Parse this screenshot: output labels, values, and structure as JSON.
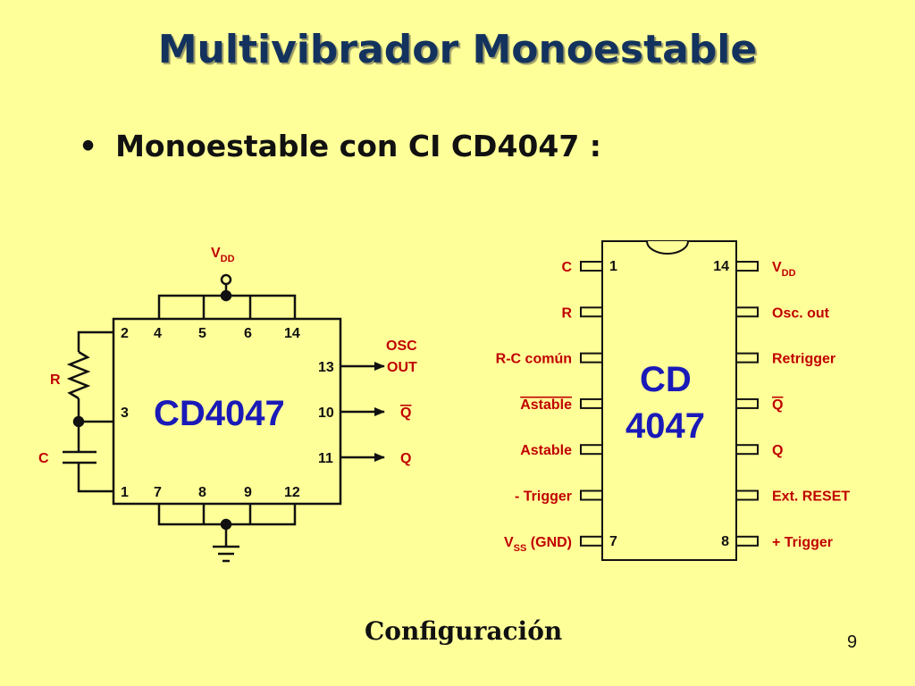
{
  "slide": {
    "title": "Multivibrador Monoestable",
    "bullet": "Monoestable con CI CD4047 :",
    "caption": "Configuración",
    "page_number": "9"
  },
  "config_diagram": {
    "chip_name": "CD4047",
    "vdd_label": "V",
    "vdd_sub": "DD",
    "r_label": "R",
    "c_label": "C",
    "top_pins": [
      "2",
      "4",
      "5",
      "6",
      "14"
    ],
    "left_pin": "3",
    "bottom_pins": [
      "1",
      "7",
      "8",
      "9",
      "12"
    ],
    "right_pins": [
      "13",
      "10",
      "11"
    ],
    "osc_line1": "OSC",
    "osc_line2": "OUT",
    "q_bar_label": "Q",
    "q_label": "Q"
  },
  "pinout_diagram": {
    "chip_line1": "CD",
    "chip_line2": "4047",
    "left_pins": [
      {
        "label": "C",
        "num": "1"
      },
      {
        "label": "R"
      },
      {
        "label": "R-C común"
      },
      {
        "label": "Astable",
        "overline": true
      },
      {
        "label": "Astable"
      },
      {
        "label": "- Trigger"
      },
      {
        "label": "V",
        "sub": "SS",
        "suffix": " (GND)",
        "num": "7"
      }
    ],
    "right_pins": [
      {
        "label": "V",
        "sub": "DD",
        "num": "14"
      },
      {
        "label": "Osc. out"
      },
      {
        "label": "Retrigger"
      },
      {
        "label": "Q",
        "overline": true
      },
      {
        "label": "Q"
      },
      {
        "label": "Ext. RESET"
      },
      {
        "label": "+ Trigger",
        "num": "8"
      }
    ]
  },
  "colors": {
    "background": "#ffff99",
    "title": "#13335e",
    "labels": "#c00000",
    "chip_name": "#1a1ab8"
  }
}
